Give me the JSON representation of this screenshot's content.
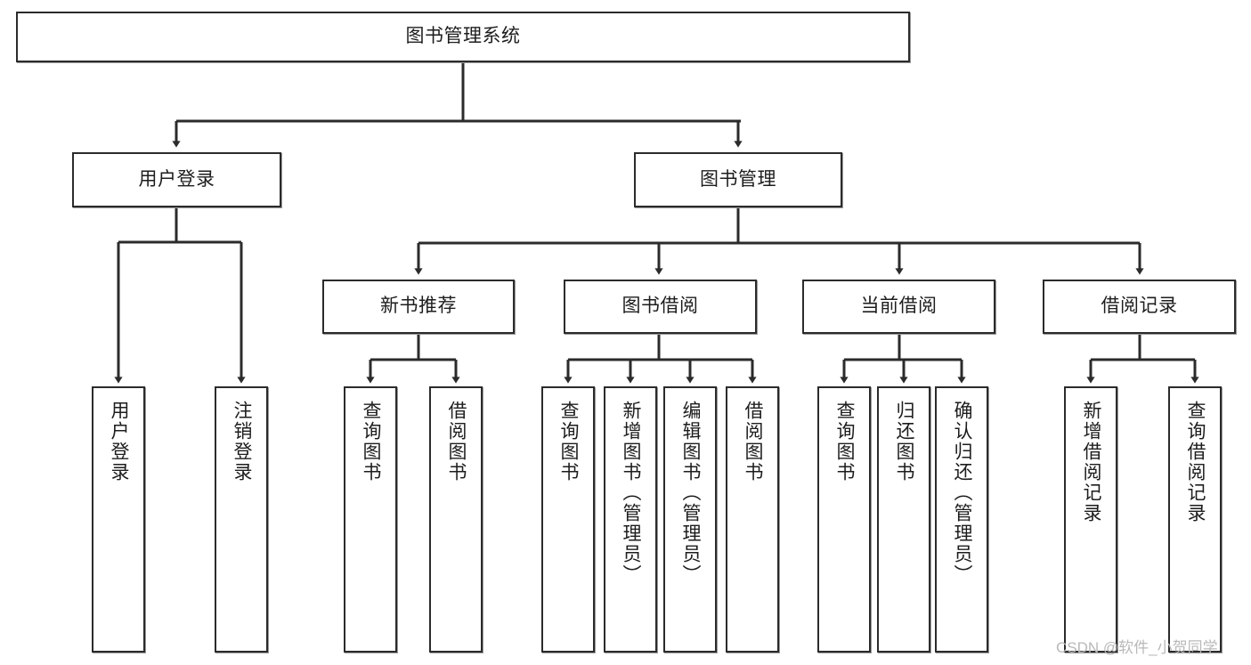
{
  "diagram": {
    "type": "tree-hierarchy",
    "title": "图书管理系统",
    "watermark": "CSDN @软件_小贺同学",
    "colors": {
      "border": "#2b2b2b",
      "background": "#ffffff",
      "text": "#1d1d1d",
      "connector": "#2b2b2b",
      "watermark": "#b9b9b9"
    },
    "root": {
      "label": "图书管理系统"
    },
    "level2": [
      {
        "label": "用户登录"
      },
      {
        "label": "图书管理"
      }
    ],
    "level3": [
      {
        "label": "新书推荐"
      },
      {
        "label": "图书借阅"
      },
      {
        "label": "当前借阅"
      },
      {
        "label": "借阅记录"
      }
    ],
    "leaves": [
      {
        "label": "用户登录",
        "parent": "用户登录"
      },
      {
        "label": "注销登录",
        "parent": "用户登录"
      },
      {
        "label": "查询图书",
        "parent": "新书推荐"
      },
      {
        "label": "借阅图书",
        "parent": "新书推荐"
      },
      {
        "label": "查询图书",
        "parent": "图书借阅"
      },
      {
        "label": "新增图书（管理员）",
        "parent": "图书借阅"
      },
      {
        "label": "编辑图书（管理员）",
        "parent": "图书借阅"
      },
      {
        "label": "借阅图书",
        "parent": "图书借阅"
      },
      {
        "label": "查询图书",
        "parent": "当前借阅"
      },
      {
        "label": "归还图书",
        "parent": "当前借阅"
      },
      {
        "label": "确认归还（管理员）",
        "parent": "当前借阅"
      },
      {
        "label": "新增借阅记录",
        "parent": "借阅记录"
      },
      {
        "label": "查询借阅记录",
        "parent": "借阅记录"
      }
    ]
  }
}
